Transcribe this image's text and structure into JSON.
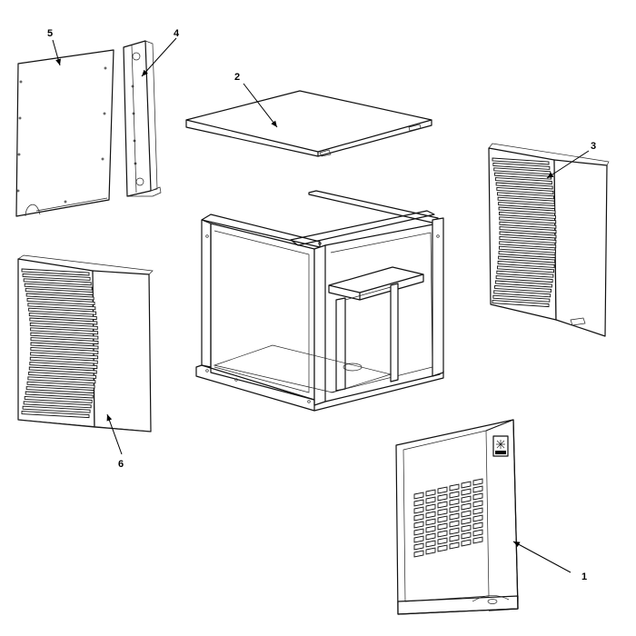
{
  "diagram": {
    "callouts": [
      {
        "id": "1",
        "label": "1"
      },
      {
        "id": "2",
        "label": "2"
      },
      {
        "id": "3",
        "label": "3"
      },
      {
        "id": "4",
        "label": "4"
      },
      {
        "id": "5",
        "label": "5"
      },
      {
        "id": "6",
        "label": "6"
      }
    ],
    "logo": {
      "icon": "snowflake-logo-icon"
    },
    "colors": {
      "line": "#111111",
      "background": "#ffffff"
    }
  }
}
